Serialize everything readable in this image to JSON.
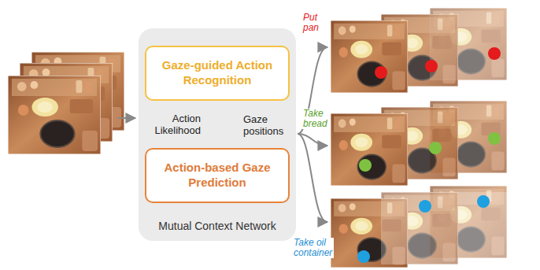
{
  "diagram": {
    "nodes": [
      {
        "text": [
          "Mutual Context Network"
        ]
      },
      {
        "text": [
          "Gaze-guided Action Recognition"
        ],
        "in": 0
      },
      {
        "text": [
          "Action-based Gaze Prediction"
        ],
        "in": 0
      }
    ],
    "edges": [
      {
        "from": 1,
        "to": 2,
        "arrow": "to",
        "label": "Action Likelihood"
      },
      {
        "from": 2,
        "to": 1,
        "arrow": "to",
        "label": "Gaze positions"
      }
    ],
    "labels": [
      "Put pan",
      "Take bread",
      "Take oil container"
    ]
  }
}
